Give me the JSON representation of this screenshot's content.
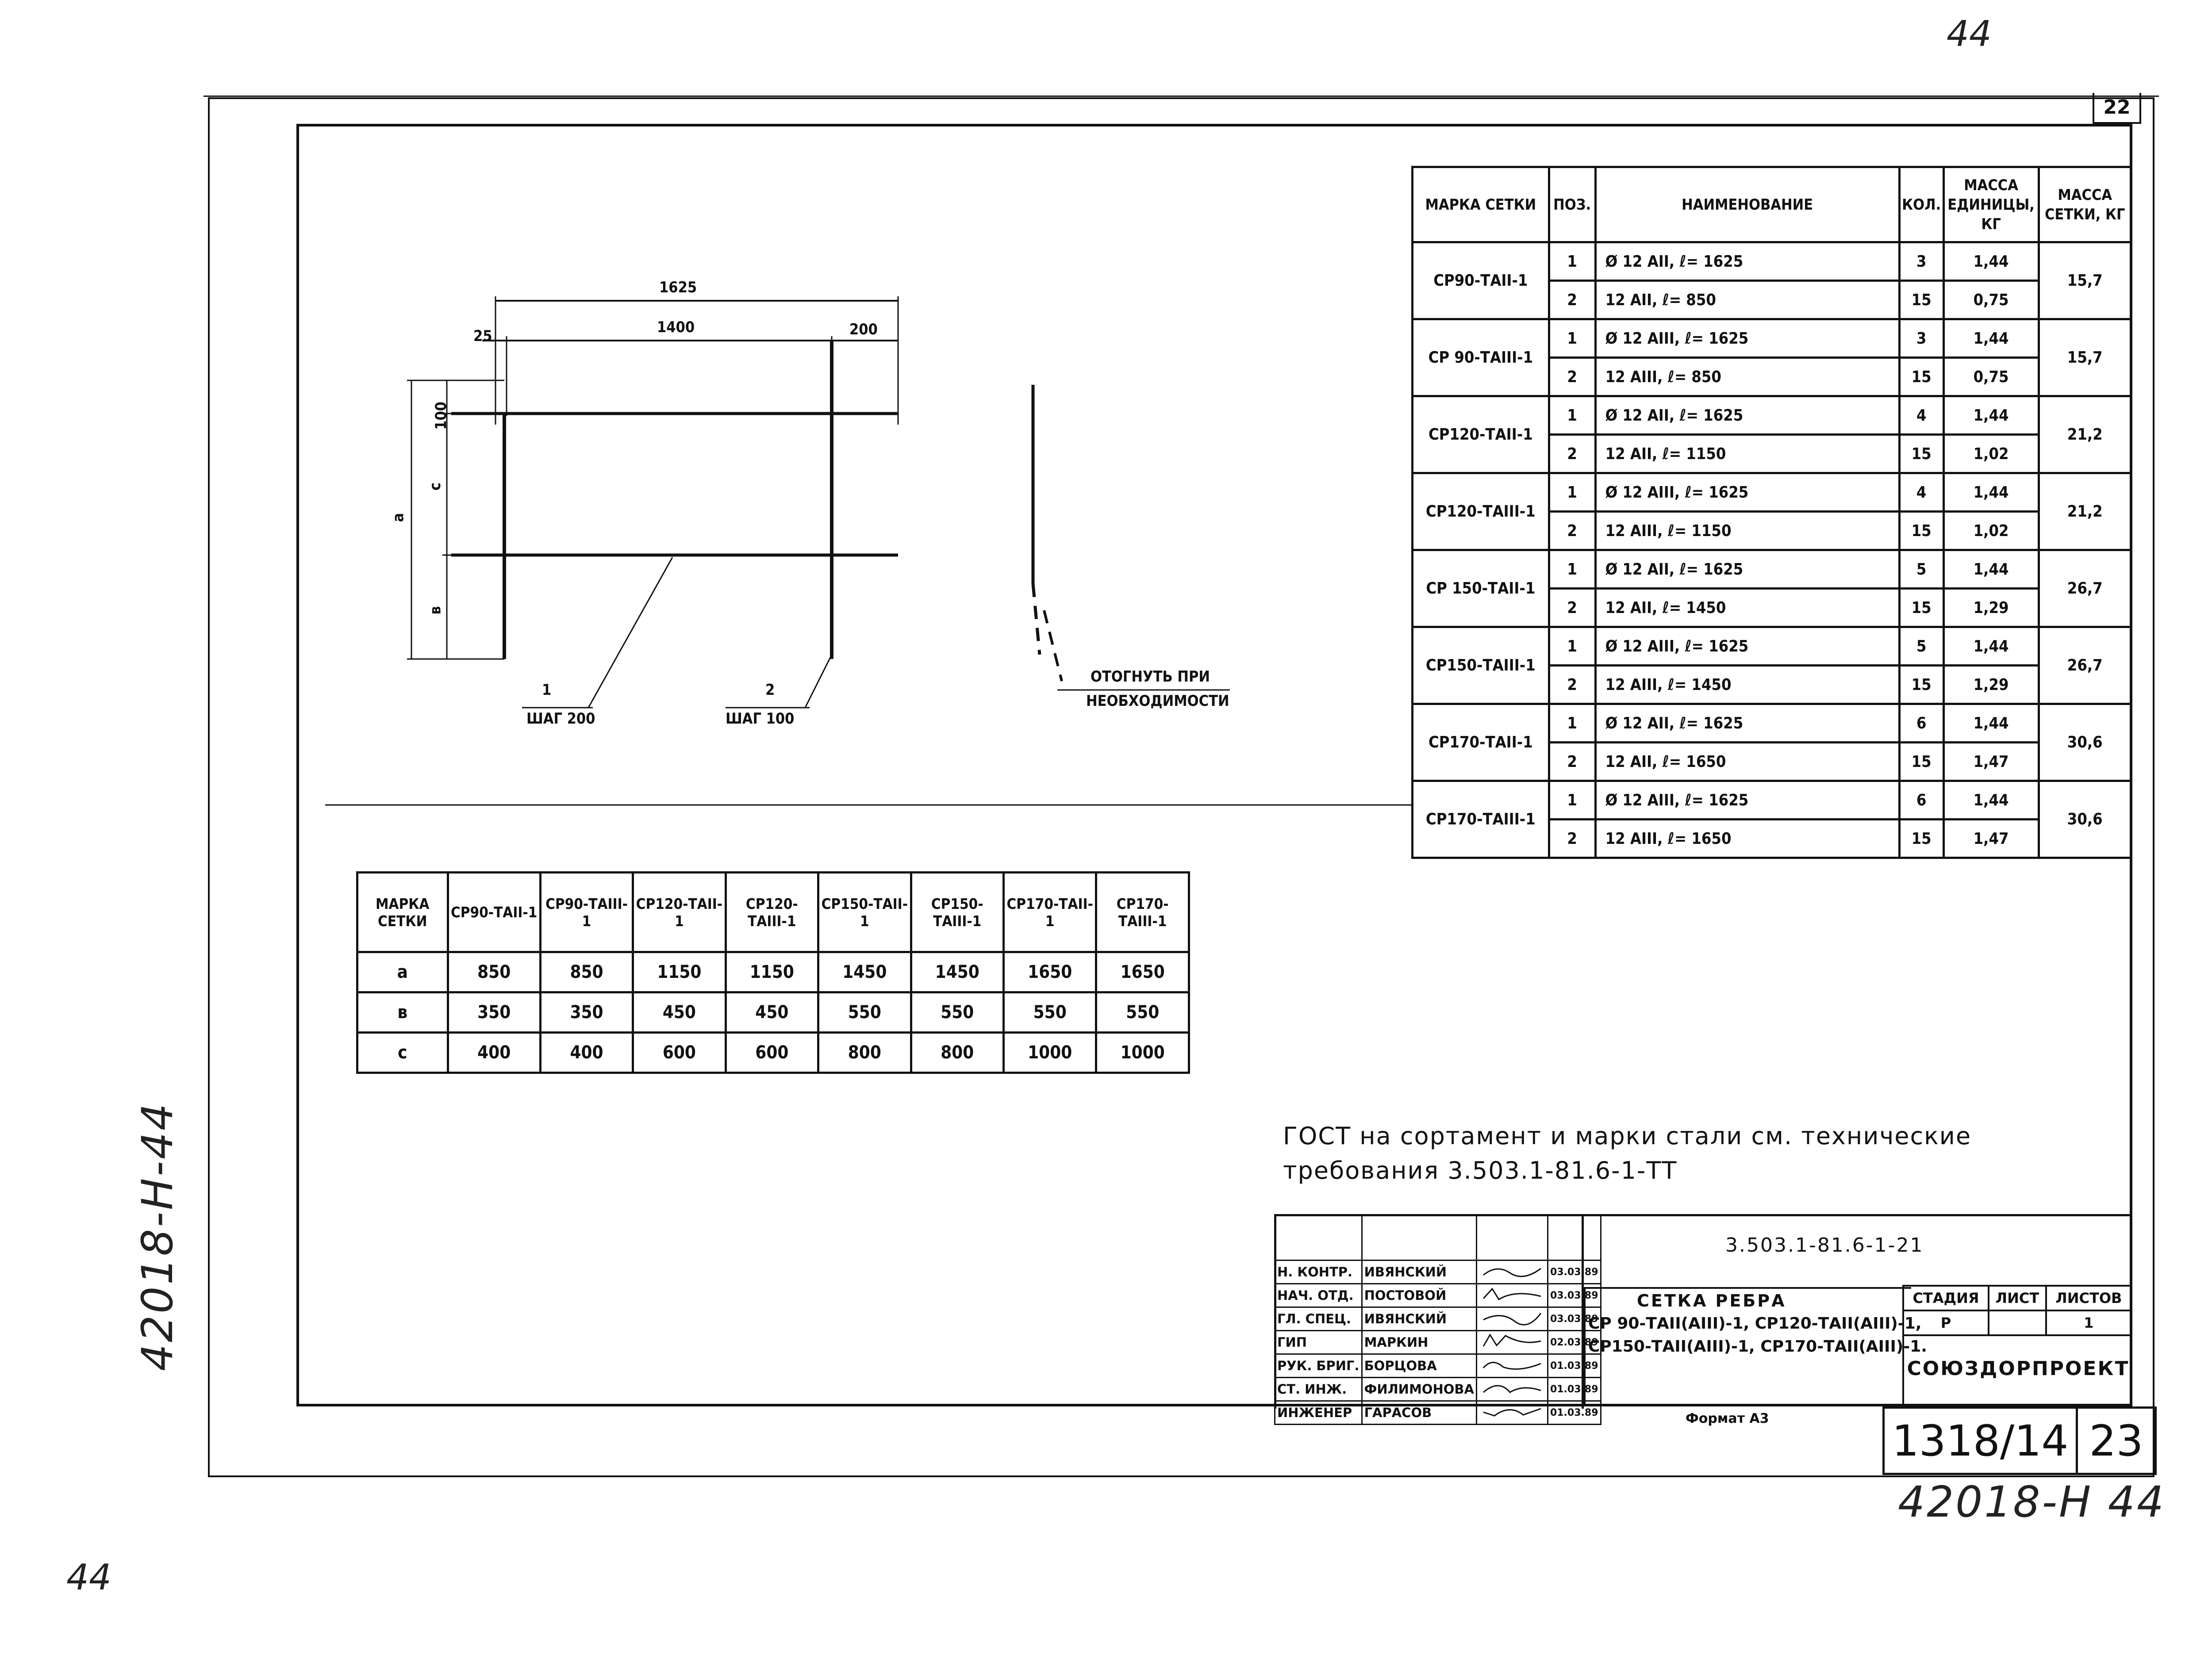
{
  "corner": {
    "top_right_number": "44",
    "bottom_left_number": "44",
    "sheet_number": "22",
    "left_vertical_handwritten": "42018-Н-44",
    "bottom_right_handwritten": "42018-Н 44"
  },
  "drawing": {
    "dim_overall": "1625",
    "dim_main": "1400",
    "dim_right": "200",
    "dim_left": "25",
    "dim_100": "100",
    "dim_c": "с",
    "dim_a": "а",
    "dim_b": "в",
    "label1_num": "1",
    "label1_step": "ШАГ 200",
    "label2_num": "2",
    "label2_step": "ШАГ 100",
    "bend_note": [
      "ОТОГНУТЬ ПРИ",
      "НЕОБХОДИМОСТИ"
    ]
  },
  "spec_table": {
    "headers": [
      "МАРКА СЕТКИ",
      "ПОЗ.",
      "НАИМЕНОВАНИЕ",
      "КОЛ.",
      "МАССА ЕДИНИЦЫ, КГ",
      "МАССА СЕТКИ, КГ"
    ],
    "groups": [
      {
        "mark": "СР90-ТАII-1",
        "mass": "15,7",
        "rows": [
          {
            "pos": "1",
            "name": "Ø 12 АII, ℓ= 1625",
            "qty": "3",
            "unit": "1,44"
          },
          {
            "pos": "2",
            "name": "12 АII, ℓ= 850",
            "qty": "15",
            "unit": "0,75"
          }
        ]
      },
      {
        "mark": "СР 90-ТАIII-1",
        "mass": "15,7",
        "rows": [
          {
            "pos": "1",
            "name": "Ø 12 АIII, ℓ= 1625",
            "qty": "3",
            "unit": "1,44"
          },
          {
            "pos": "2",
            "name": "12 АIII, ℓ= 850",
            "qty": "15",
            "unit": "0,75"
          }
        ]
      },
      {
        "mark": "СР120-ТАII-1",
        "mass": "21,2",
        "rows": [
          {
            "pos": "1",
            "name": "Ø 12 АII, ℓ= 1625",
            "qty": "4",
            "unit": "1,44"
          },
          {
            "pos": "2",
            "name": "12 АII, ℓ= 1150",
            "qty": "15",
            "unit": "1,02"
          }
        ]
      },
      {
        "mark": "СР120-ТАIII-1",
        "mass": "21,2",
        "rows": [
          {
            "pos": "1",
            "name": "Ø 12 АIII, ℓ= 1625",
            "qty": "4",
            "unit": "1,44"
          },
          {
            "pos": "2",
            "name": "12 АIII, ℓ= 1150",
            "qty": "15",
            "unit": "1,02"
          }
        ]
      },
      {
        "mark": "СР 150-ТАII-1",
        "mass": "26,7",
        "rows": [
          {
            "pos": "1",
            "name": "Ø 12 АII, ℓ= 1625",
            "qty": "5",
            "unit": "1,44"
          },
          {
            "pos": "2",
            "name": "12 АII, ℓ= 1450",
            "qty": "15",
            "unit": "1,29"
          }
        ]
      },
      {
        "mark": "СР150-ТАIII-1",
        "mass": "26,7",
        "rows": [
          {
            "pos": "1",
            "name": "Ø 12 АIII, ℓ= 1625",
            "qty": "5",
            "unit": "1,44"
          },
          {
            "pos": "2",
            "name": "12 АIII, ℓ= 1450",
            "qty": "15",
            "unit": "1,29"
          }
        ]
      },
      {
        "mark": "СР170-ТАII-1",
        "mass": "30,6",
        "rows": [
          {
            "pos": "1",
            "name": "Ø 12 АII, ℓ= 1625",
            "qty": "6",
            "unit": "1,44"
          },
          {
            "pos": "2",
            "name": "12 АII, ℓ= 1650",
            "qty": "15",
            "unit": "1,47"
          }
        ]
      },
      {
        "mark": "СР170-ТАIII-1",
        "mass": "30,6",
        "rows": [
          {
            "pos": "1",
            "name": "Ø 12 АIII, ℓ= 1625",
            "qty": "6",
            "unit": "1,44"
          },
          {
            "pos": "2",
            "name": "12 АIII, ℓ= 1650",
            "qty": "15",
            "unit": "1,47"
          }
        ]
      }
    ]
  },
  "dims_table": {
    "header_label": "МАРКА СЕТКИ",
    "columns": [
      "СР90-ТАII-1",
      "СР90-ТАIII-1",
      "СР120-ТАII-1",
      "СР120-ТАIII-1",
      "СР150-ТАII-1",
      "СР150-ТАIII-1",
      "СР170-ТАII-1",
      "СР170-ТАIII-1"
    ],
    "rows": [
      {
        "label": "а",
        "values": [
          "850",
          "850",
          "1150",
          "1150",
          "1450",
          "1450",
          "1650",
          "1650"
        ]
      },
      {
        "label": "в",
        "values": [
          "350",
          "350",
          "450",
          "450",
          "550",
          "550",
          "550",
          "550"
        ]
      },
      {
        "label": "с",
        "values": [
          "400",
          "400",
          "600",
          "600",
          "800",
          "800",
          "1000",
          "1000"
        ]
      }
    ]
  },
  "note": {
    "line1": "ГОСТ на сортамент и марки стали см. технические",
    "line2": "требования  3.503.1-81.6-1-ТТ"
  },
  "stamp": {
    "doc_code": "3.503.1-81.6-1-21",
    "people": [
      {
        "role": "Н. КОНТР.",
        "name": "ИВЯНСКИЙ",
        "date": "03.03.89"
      },
      {
        "role": "НАЧ. ОТД.",
        "name": "ПОСТОВОЙ",
        "date": "03.03.89"
      },
      {
        "role": "ГЛ. СПЕЦ.",
        "name": "ИВЯНСКИЙ",
        "date": "03.03.89"
      },
      {
        "role": "ГИП",
        "name": "МАРКИН",
        "date": "02.03.89"
      },
      {
        "role": "РУК. БРИГ.",
        "name": "БОРЦОВА",
        "date": "01.03.89"
      },
      {
        "role": "СТ. ИНЖ.",
        "name": "ФИЛИМОНОВА",
        "date": "01.03.89"
      },
      {
        "role": "ИНЖЕНЕР",
        "name": "ГАРАСОВ",
        "date": "01.03.89"
      }
    ],
    "title_line1": "СЕТКА    РЕБРА",
    "title_line2": "СР 90-ТАII(АIII)-1, СР120-ТАII(АIII)-1,",
    "title_line3": "СР150-ТАII(АIII)-1, СР170-ТАII(АIII)-1.",
    "stage_headers": [
      "СТАДИЯ",
      "ЛИСТ",
      "ЛИСТОВ"
    ],
    "stage_values": [
      "Р",
      "",
      "1"
    ],
    "org": "СОЮЗДОРПРОЕКТ",
    "format": "Формат А3",
    "album": "1318/14",
    "page": "23"
  }
}
